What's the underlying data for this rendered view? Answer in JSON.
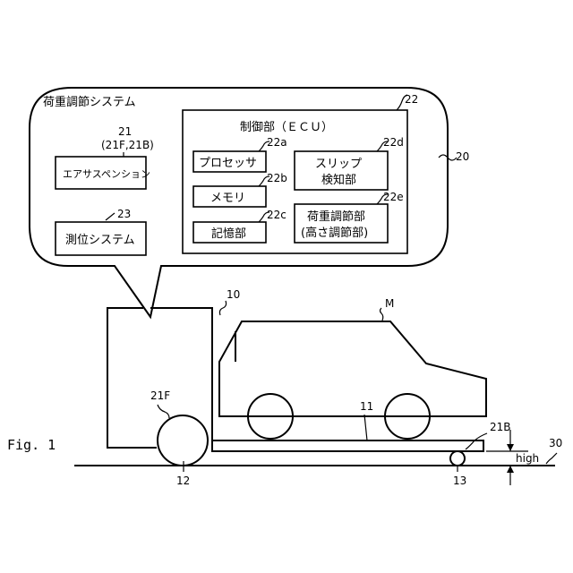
{
  "figure_label": "Fig. 1",
  "callout": {
    "title": "荷重調節システム",
    "ref": "20"
  },
  "ecu": {
    "ref": "22",
    "title": "制御部（ＥＣＵ）",
    "processor": {
      "label": "プロセッサ",
      "ref": "22a"
    },
    "memory": {
      "label": "メモリ",
      "ref": "22b"
    },
    "storage": {
      "label": "記憶部",
      "ref": "22c"
    },
    "slip": {
      "line1": "スリップ",
      "line2": "検知部",
      "ref": "22d"
    },
    "load": {
      "line1": "荷重調節部",
      "line2": "(高さ調節部)",
      "ref": "22e"
    }
  },
  "air_suspension": {
    "label": "エアサスペンション",
    "ref": "21",
    "ref_sub": "(21F,21B)"
  },
  "positioning": {
    "label": "測位システム",
    "ref": "23"
  },
  "vehicle": {
    "truck_ref": "10",
    "bed_ref": "11",
    "front_wheel_ref": "21F",
    "front_wheel_num": "12",
    "rear_wheel_ref": "21B",
    "rear_wheel_num": "13",
    "cargo_ref": "M",
    "ground_ref": "30",
    "height_label": "high"
  }
}
